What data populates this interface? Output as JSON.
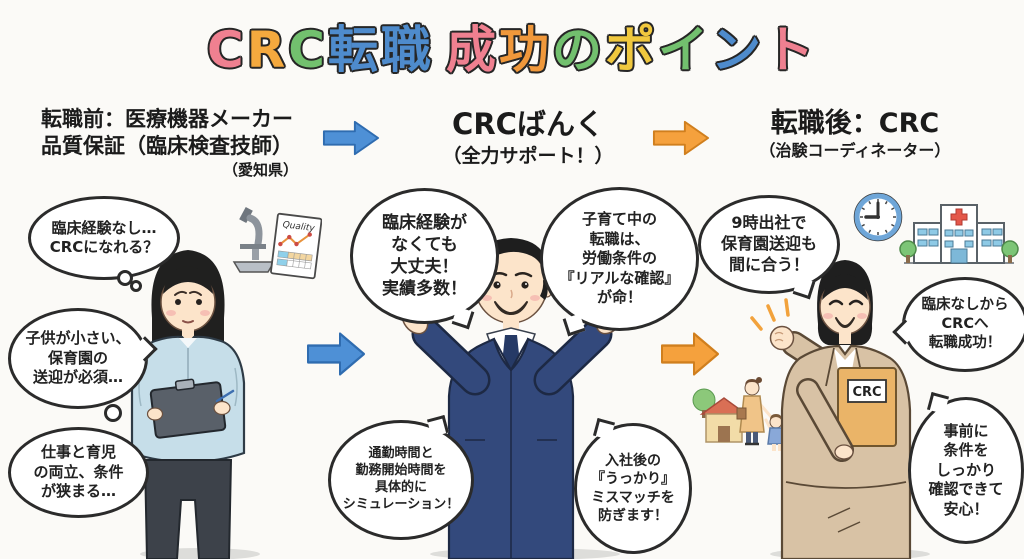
{
  "title": {
    "text": "CRC転職 成功のポイント",
    "chars": [
      {
        "ch": "C",
        "color": "#ef8090"
      },
      {
        "ch": "R",
        "color": "#f4a93e"
      },
      {
        "ch": "C",
        "color": "#72c06e"
      },
      {
        "ch": "転",
        "color": "#4e8bcc"
      },
      {
        "ch": "職",
        "color": "#4e8bcc"
      },
      {
        "ch": " ",
        "color": ""
      },
      {
        "ch": "成",
        "color": "#ef8090"
      },
      {
        "ch": "功",
        "color": "#f0983b"
      },
      {
        "ch": "の",
        "color": "#72c06e"
      },
      {
        "ch": "ポ",
        "color": "#f0c83e"
      },
      {
        "ch": "イ",
        "color": "#72c06e"
      },
      {
        "ch": "ン",
        "color": "#4e8bcc"
      },
      {
        "ch": "ト",
        "color": "#ef8090"
      }
    ]
  },
  "stages": {
    "before": {
      "title_line1": "転職前：医療機器メーカー",
      "title_line2": "品質保証（臨床検査技師）",
      "location": "（愛知県）"
    },
    "support": {
      "title": "CRCばんく",
      "subtitle": "（全力サポート！）"
    },
    "after": {
      "title": "転職後：CRC",
      "subtitle": "（治験コーディネーター）"
    }
  },
  "bubbles": {
    "before_1": "臨床経験なし…\nCRCになれる？",
    "before_2": "子供が小さい、\n保育園の\n送迎が必須…",
    "before_3": "仕事と育児\nの両立、条件\nが狭まる…",
    "support_1": "臨床経験が\nなくても\n大丈夫！\n実績多数！",
    "support_2": "子育て中の\n転職は、\n労働条件の\n『リアルな確認』\nが命！",
    "support_3": "通勤時間と\n勤務開始時間を\n具体的に\nシミュレーション！",
    "support_4": "入社後の\n『うっかり』\nミスマッチを\n防ぎます！",
    "after_1": "9時出社で\n保育園送迎も\n間に合う！",
    "after_2": "臨床なしから\nCRCへ\n転職成功！",
    "after_3": "事前に\n条件を\nしっかり\n確認できて\n安心！"
  },
  "labels": {
    "quality_doc": "Quality",
    "crc_folder": "CRC"
  },
  "colors": {
    "arrow_blue": "#4e90d6",
    "arrow_orange": "#f5a13d",
    "suit_navy": "#33497c",
    "workwear_blue": "#c6dee9",
    "suit_beige": "#d8c2a5",
    "folder_orange": "#eab468"
  }
}
